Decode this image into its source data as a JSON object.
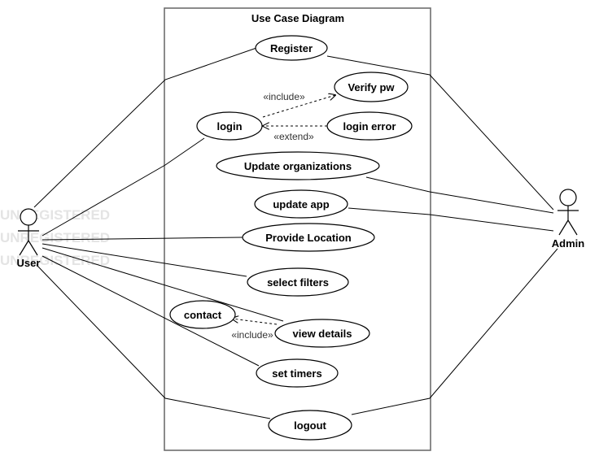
{
  "diagram": {
    "title": "Use Case Diagram",
    "actors": {
      "user": "User",
      "admin": "Admin"
    },
    "use_cases": {
      "register": "Register",
      "verify_pw": "Verify pw",
      "login": "login",
      "login_error": "login error",
      "update_organizations": "Update organizations",
      "update_app": "update app",
      "provide_location": "Provide Location",
      "select_filters": "select filters",
      "contact": "contact",
      "view_details": "view details",
      "set_timers": "set timers",
      "logout": "logout"
    },
    "relations": {
      "include_verify": "«include»",
      "extend_login_error": "«extend»",
      "include_contact": "«include»"
    },
    "watermark": "UNREGISTERED"
  }
}
